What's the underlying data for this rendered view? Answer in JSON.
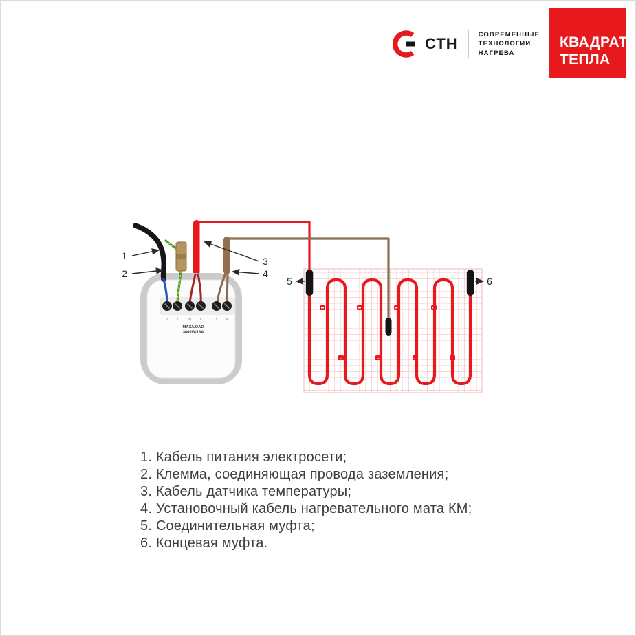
{
  "brand": {
    "stn_name": "СТН",
    "tagline": [
      "СОВРЕМЕННЫЕ",
      "ТЕХНОЛОГИИ",
      "НАГРЕВА"
    ],
    "badge_line1": "КВАДРАТ",
    "badge_line2": "ТЕПЛА"
  },
  "colors": {
    "accent_red": "#e8191c",
    "power_cable_black": "#161616",
    "ground_green": "#3f9e3c",
    "ground_yellow": "#f4d03a",
    "neutral_blue": "#2456c4",
    "install_brown": "#8a6d52",
    "clamp_tan": "#b6955e",
    "mesh_pink": "#f2bcbc",
    "thermostat_grey": "#cbcbcb"
  },
  "diagram": {
    "callouts": [
      "1",
      "2",
      "3",
      "4",
      "5",
      "6"
    ],
    "thermostat": {
      "terminal_labels": [
        "1",
        "2",
        "N",
        "L",
        "5",
        "6"
      ],
      "rating_line1": "MAX/LOAD",
      "rating_line2": "3600W/16A"
    }
  },
  "legend": {
    "items": [
      "1. Кабель питания электросети;",
      "2. Клемма, соединяющая провода заземления;",
      "3. Кабель датчика температуры;",
      "4. Установочный кабель нагревательного мата КМ;",
      "5. Соединительная муфта;",
      "6. Концевая муфта."
    ]
  }
}
